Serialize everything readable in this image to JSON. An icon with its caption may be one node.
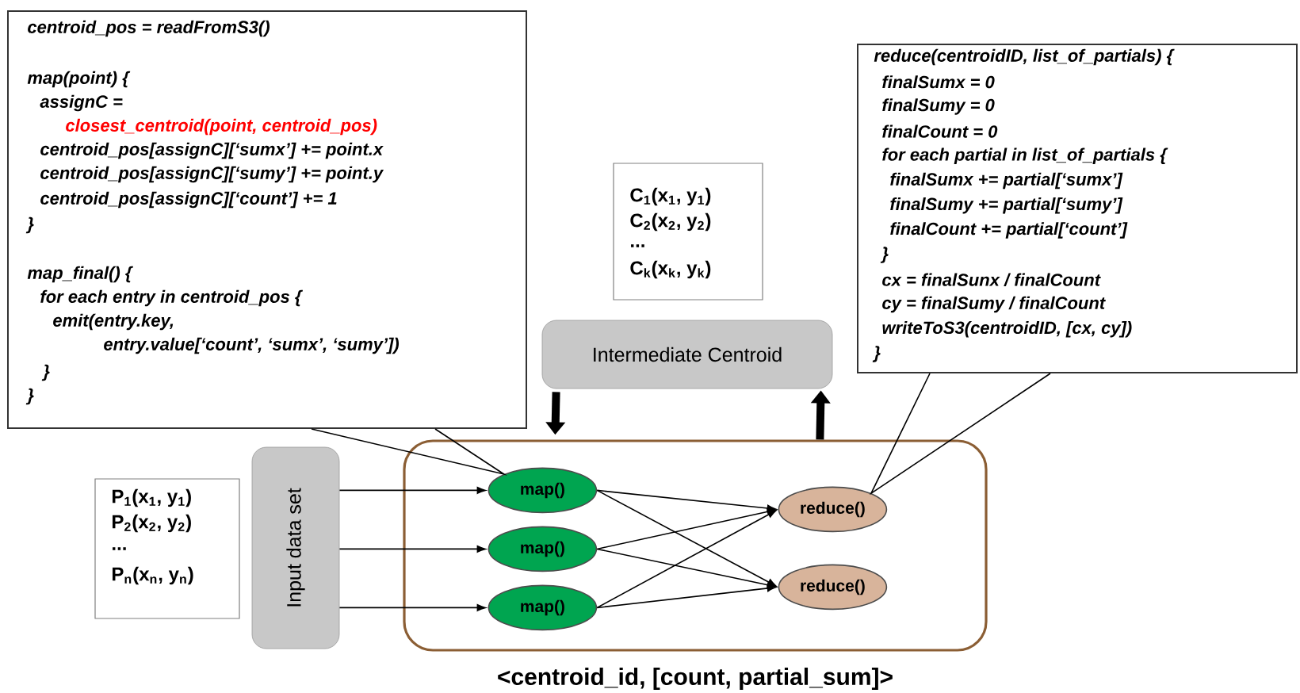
{
  "diagram": {
    "nodes": [
      {
        "text": [
          "centroid_pos = readFromS3()",
          "map(point) {",
          "assignC =",
          "closest_centroid(point, centroid_pos)",
          "centroid_pos[assignC][‘sumx’] += point.x",
          "centroid_pos[assignC][‘sumy’] += point.y",
          "centroid_pos[assignC][‘count’] += 1",
          "}",
          "map_final() {",
          "for each entry in centroid_pos {",
          "emit(entry.key,",
          "entry.value[‘count’, ‘sumx’, ‘sumy’])",
          "}",
          "}"
        ]
      },
      {
        "text": [
          "reduce(centroidID, list_of_partials) {",
          "finalSumx = 0",
          "finalSumy = 0",
          "finalCount = 0",
          "for each partial in list_of_partials {",
          "finalSumx += partial[‘sumx’]",
          "finalSumy += partial[‘sumy’]",
          "finalCount += partial[‘count’]",
          "}",
          "cx = finalSunx / finalCount",
          "cy = finalSumy / finalCount",
          "writeToS3(centroidID, [cx, cy])",
          "}"
        ]
      },
      {
        "text": [
          "C$_{1}$(x$_{1}$, y$_{1}$)",
          "C$_{2}$(x$_{2}$, y$_{2}$)",
          "...",
          "C$_{k}$(x$_{k}$, y$_{k}$)"
        ]
      },
      {
        "text": [
          "Intermediate Centroid"
        ]
      },
      {
        "text": [
          "P$_{1}$(x$_{1}$, y$_{1}$)",
          "P$_{2}$(x$_{2}$, y$_{2}$)",
          "...",
          "P$_{n}$(x$_{n}$, y$_{n}$)"
        ]
      },
      {
        "text": [
          "Input data set"
        ]
      },
      {
        "text": [],
        "shape": "box",
        "beside": [
          "<centroid_id, [count, partial_sum]>"
        ]
      },
      {
        "text": [
          "map()"
        ],
        "in": 6
      },
      {
        "text": [
          "map()"
        ],
        "in": 6
      },
      {
        "text": [
          "map()"
        ],
        "in": 6
      },
      {
        "text": [
          "reduce()"
        ],
        "in": 6
      },
      {
        "text": [
          "reduce()"
        ],
        "in": 6
      }
    ],
    "edges": [
      {
        "from": 0,
        "to": 7,
        "arrow": "none"
      },
      {
        "from": 1,
        "to": 10,
        "arrow": "none"
      },
      {
        "from": 3,
        "to": 6,
        "arrow": "to",
        "style": "thick"
      },
      {
        "from": 6,
        "to": 3,
        "arrow": "to",
        "style": "thick"
      },
      {
        "from": 5,
        "to": 7,
        "arrow": "to"
      },
      {
        "from": 5,
        "to": 8,
        "arrow": "to"
      },
      {
        "from": 5,
        "to": 9,
        "arrow": "to"
      },
      {
        "from": 7,
        "to": 10,
        "arrow": "to"
      },
      {
        "from": 7,
        "to": 11,
        "arrow": "to"
      },
      {
        "from": 8,
        "to": 10,
        "arrow": "to"
      },
      {
        "from": 8,
        "to": 11,
        "arrow": "to"
      },
      {
        "from": 9,
        "to": 10,
        "arrow": "to"
      },
      {
        "from": 9,
        "to": 11,
        "arrow": "to"
      }
    ]
  }
}
